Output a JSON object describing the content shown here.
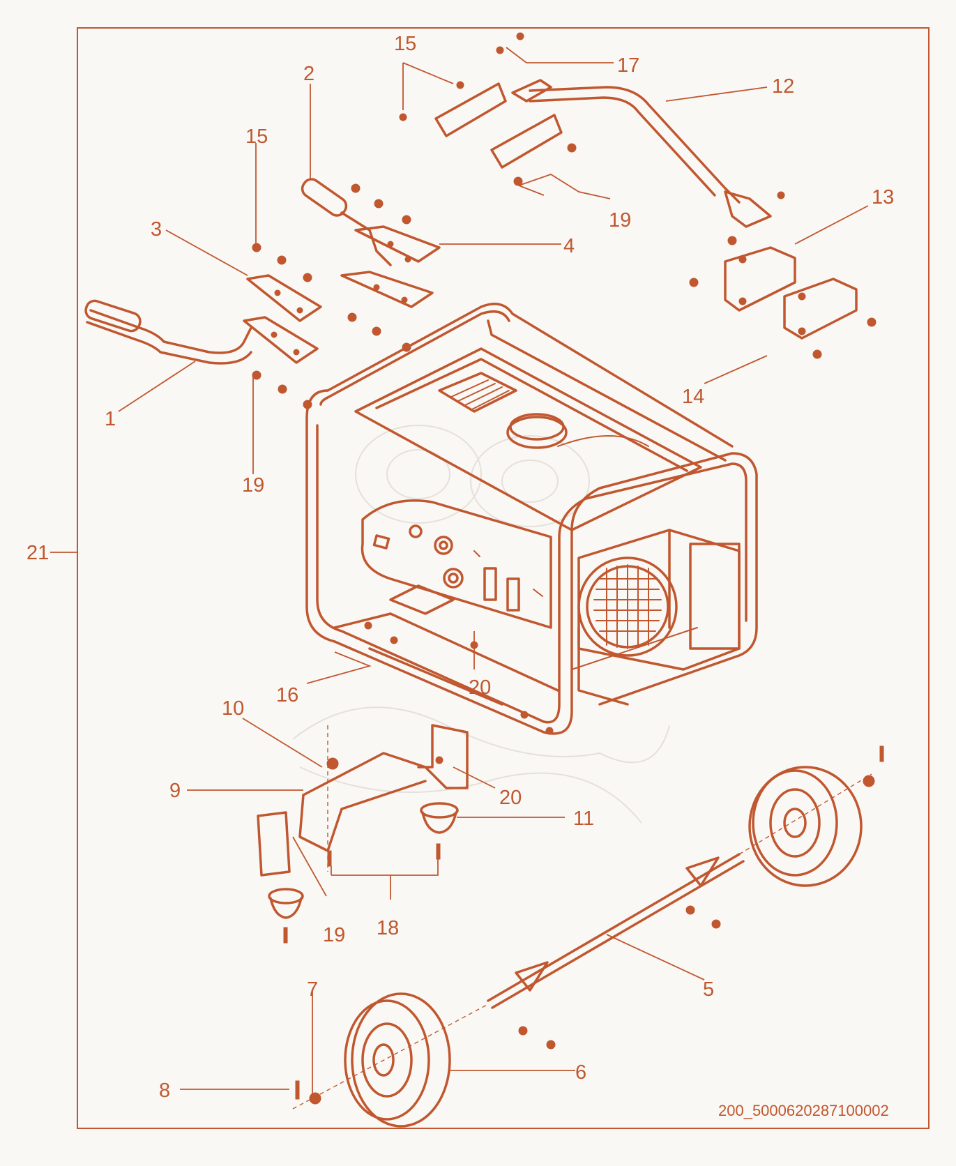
{
  "diagram": {
    "drawing_code": "200_5000620287100002",
    "callouts": {
      "c1": "1",
      "c2": "2",
      "c3": "3",
      "c4": "4",
      "c5": "5",
      "c6": "6",
      "c7": "7",
      "c8": "8",
      "c9": "9",
      "c10": "10",
      "c11": "11",
      "c12": "12",
      "c13": "13",
      "c14": "14",
      "c15a": "15",
      "c15b": "15",
      "c16": "16",
      "c17": "17",
      "c18": "18",
      "c19a": "19",
      "c19b": "19",
      "c19c": "19",
      "c20a": "20",
      "c20b": "20",
      "c21": "21"
    },
    "line_color": "#c0572f",
    "background_color": "#f9f8f5"
  }
}
